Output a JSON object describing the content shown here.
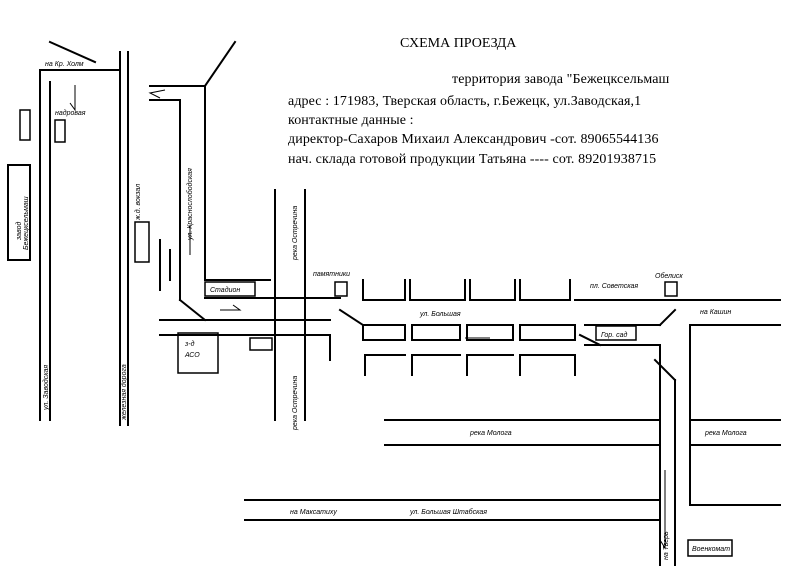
{
  "header": {
    "title": "СХЕМА ПРОЕЗДА",
    "territory": "территория завода \"Бежецксельмаш",
    "address": "адрес : 171983, Тверская область, г.Бежецк, ул.Заводская,1",
    "contacts_label": "контактные данные :",
    "director": "директор-Сахаров Михаил Александрович -сот. 89065544136",
    "warehouse": "нач. склада готовой продукции Татьяна ---- сот. 89201938715"
  },
  "labels": {
    "kr_gora": "на Кр. Холм",
    "nadrovaya": "надровая",
    "zavod_line1": "завод",
    "zavod_line2": "Бежецксельмаш",
    "zavodskaya": "ул. Заводская",
    "railway_station": "ж.д. вокзал",
    "railway_line": "железная дорога",
    "krasnoslobodskaya": "ул. Краснослободская",
    "ostrechina_top": "река Остречина",
    "ostrechina_bottom": "река Остречина",
    "stadium": "Стадион",
    "monument": "памятники",
    "sovetskaya": "пл. Советская",
    "obelisk": "Обелиск",
    "kashin": "на Кашин",
    "bolshaya": "ул. Большая",
    "gor_sad": "Гор. сад",
    "zd_aso_line1": "з-д",
    "zd_aso_line2": "АСО",
    "mologa_left": "река Молога",
    "mologa_right": "река Молога",
    "maksatikha": "на Максатиху",
    "bolshaya_shtabskaya": "ул. Большая Штабская",
    "tver": "на Тверь",
    "voenkomat": "Военкомат"
  }
}
